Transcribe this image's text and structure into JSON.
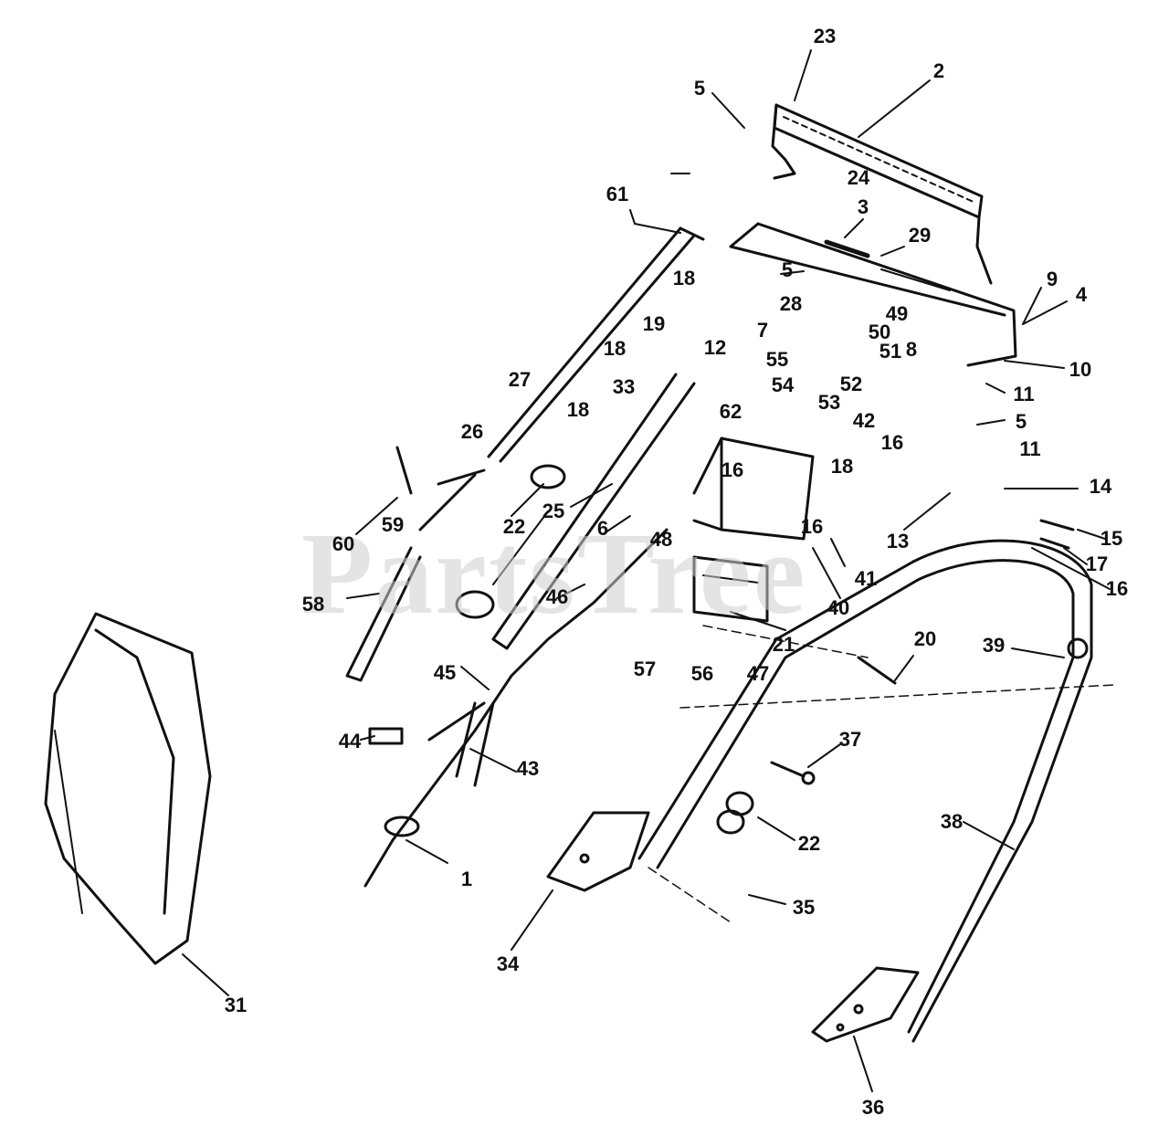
{
  "watermark": "PartsTree",
  "colors": {
    "ink": "#111111",
    "paper": "#ffffff",
    "watermark": "#cfcfcf"
  },
  "callouts": [
    "23",
    "2",
    "5",
    "24",
    "61",
    "3",
    "29",
    "5",
    "18",
    "28",
    "49",
    "9",
    "4",
    "19",
    "50",
    "7",
    "51",
    "8",
    "10",
    "12",
    "55",
    "18",
    "54",
    "52",
    "11",
    "33",
    "53",
    "27",
    "62",
    "42",
    "5",
    "18",
    "26",
    "16",
    "11",
    "18",
    "16",
    "14",
    "25",
    "16",
    "13",
    "15",
    "22",
    "6",
    "48",
    "59",
    "60",
    "41",
    "17",
    "16",
    "46",
    "58",
    "40",
    "21",
    "57",
    "56",
    "47",
    "20",
    "39",
    "45",
    "44",
    "43",
    "37",
    "38",
    "22",
    "1",
    "35",
    "34",
    "31",
    "36"
  ]
}
